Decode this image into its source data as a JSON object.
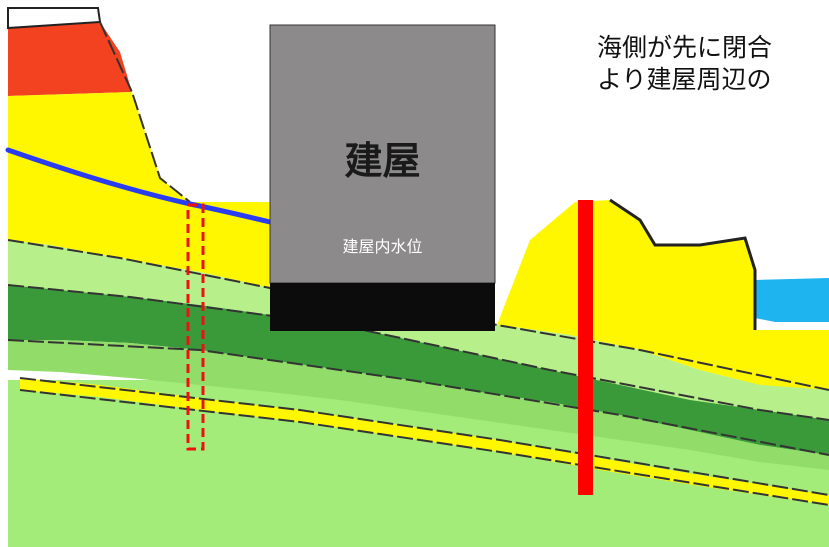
{
  "caption": {
    "line1": "海側が先に閉合",
    "line2": "より建屋周辺の"
  },
  "building": {
    "label": "建屋",
    "water_level_label": "建屋内水位"
  },
  "colors": {
    "red_soil": "#f2421f",
    "yellow_soil": "#fff700",
    "light_green": "#b7f08a",
    "mid_green": "#92dc6a",
    "dark_green": "#3a9a3a",
    "bottom_green": "#a4ec7a",
    "building_gray": "#8c8a8b",
    "foundation": "#0c0c0c",
    "groundwater_line": "#2a3cf2",
    "seawall": "#ff0000",
    "dashed_wall": "#ee1111",
    "sea": "#1eb4f0"
  }
}
